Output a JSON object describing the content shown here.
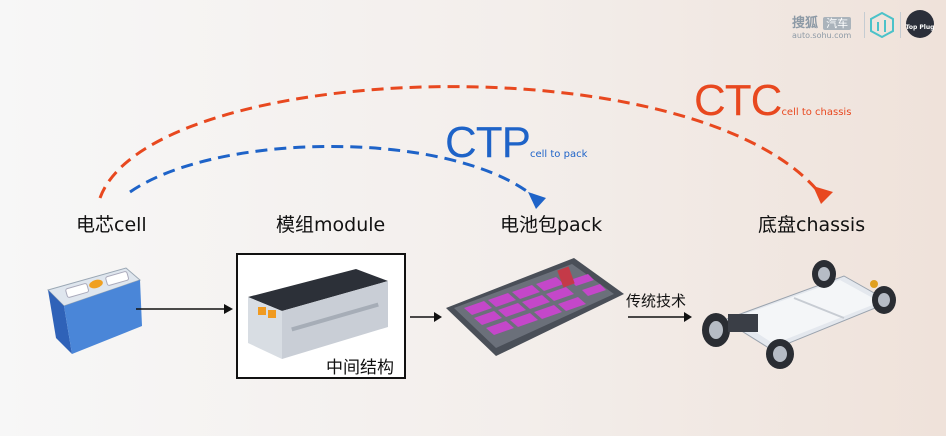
{
  "header": {
    "brand_name": "搜狐",
    "brand_tag": "汽车",
    "brand_url": "auto.sohu.com",
    "logo2_text": "Top Plug"
  },
  "ctp": {
    "abbr": "CTP",
    "full": "cell to pack",
    "color": "#1e63c8"
  },
  "ctc": {
    "abbr": "CTC",
    "full": "cell to chassis",
    "color": "#e8481f"
  },
  "stages": {
    "cell": "电芯cell",
    "module": "模组module",
    "pack": "电池包pack",
    "chassis": "底盘chassis"
  },
  "module_caption": "中间结构",
  "traditional_label": "传统技术"
}
